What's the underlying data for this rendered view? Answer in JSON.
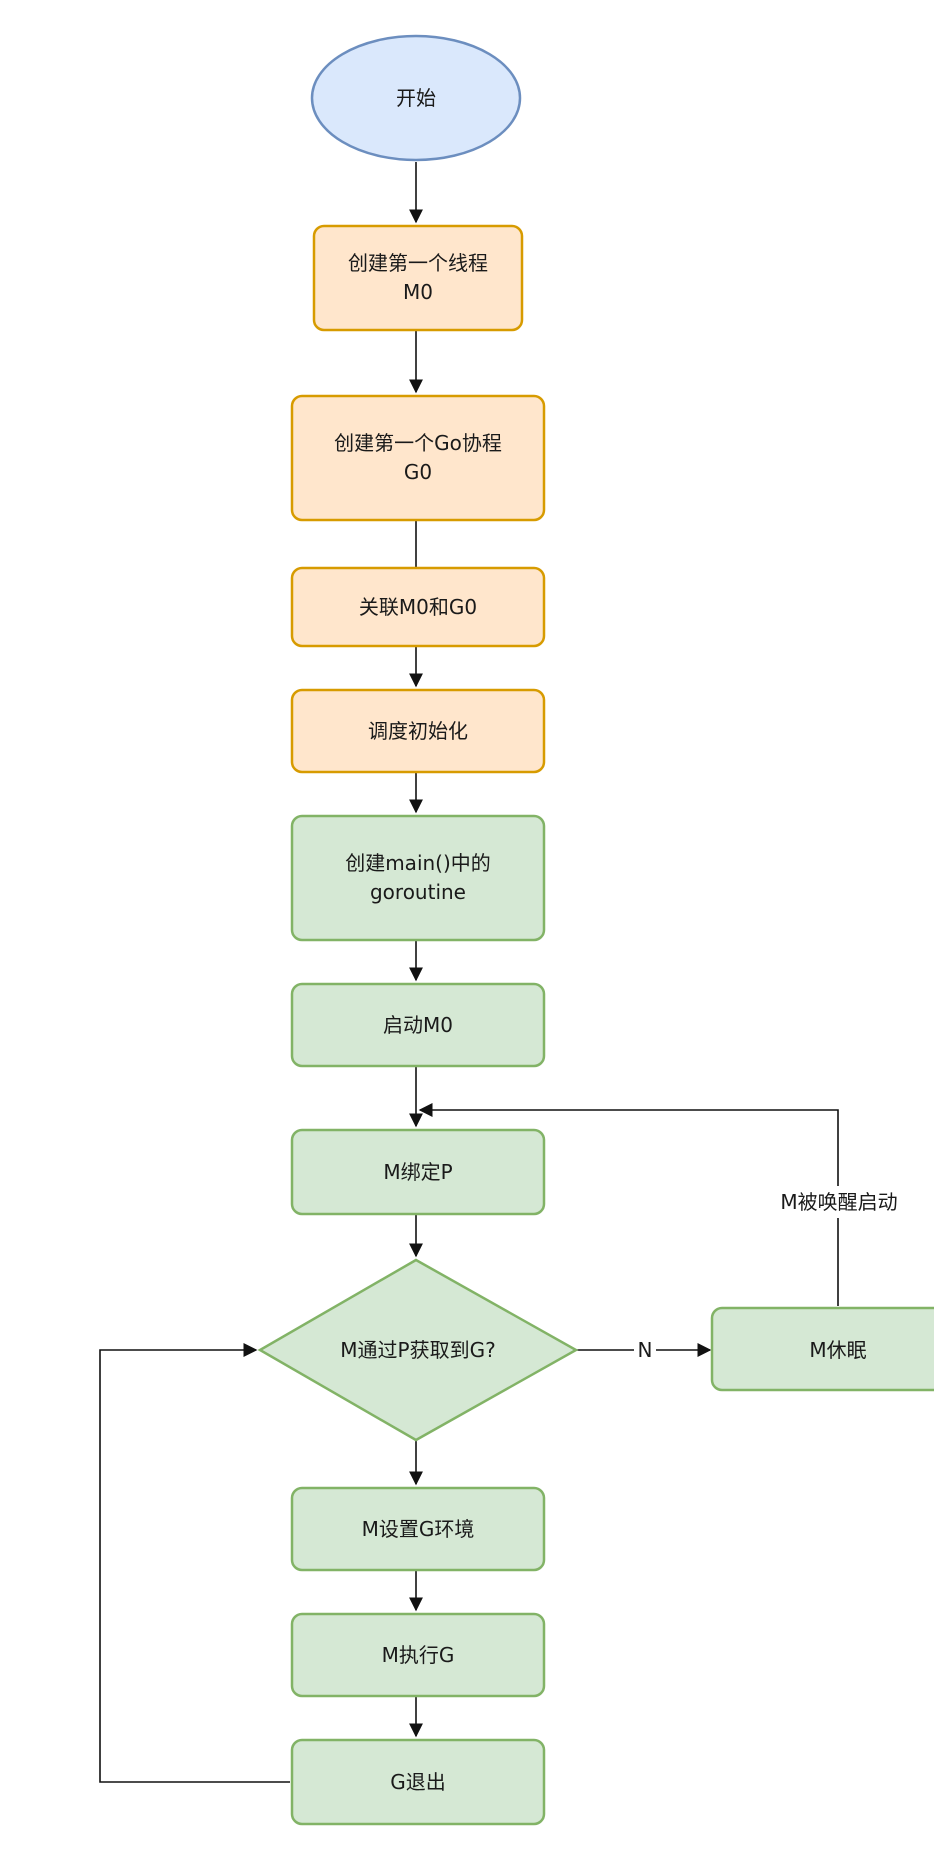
{
  "colors": {
    "start_fill": "#dae8fc",
    "start_stroke": "#6c8ebf",
    "orange_fill": "#ffe6cc",
    "orange_stroke": "#d79b00",
    "green_fill": "#d5e8d4",
    "green_stroke": "#82b366",
    "edge": "#111111"
  },
  "nodes": {
    "start": {
      "label": "开始"
    },
    "create_thread": {
      "line1": "创建第一个线程",
      "line2": "M0"
    },
    "create_goroutine": {
      "line1": "创建第一个Go协程",
      "line2": "G0"
    },
    "link_m0_g0": {
      "label": "关联M0和G0"
    },
    "sched_init": {
      "label": "调度初始化"
    },
    "create_main": {
      "line1": "创建main()中的",
      "line2": "goroutine"
    },
    "start_m0": {
      "label": "启动M0"
    },
    "m_bind_p": {
      "label": "M绑定P"
    },
    "decision": {
      "label": "M通过P获取到G?"
    },
    "m_sleep": {
      "label": "M休眠"
    },
    "m_set_env": {
      "label": "M设置G环境"
    },
    "m_exec": {
      "label": "M执行G"
    },
    "g_exit": {
      "label": "G退出"
    }
  },
  "edge_labels": {
    "no": "N",
    "wake": "M被唤醒启动"
  }
}
